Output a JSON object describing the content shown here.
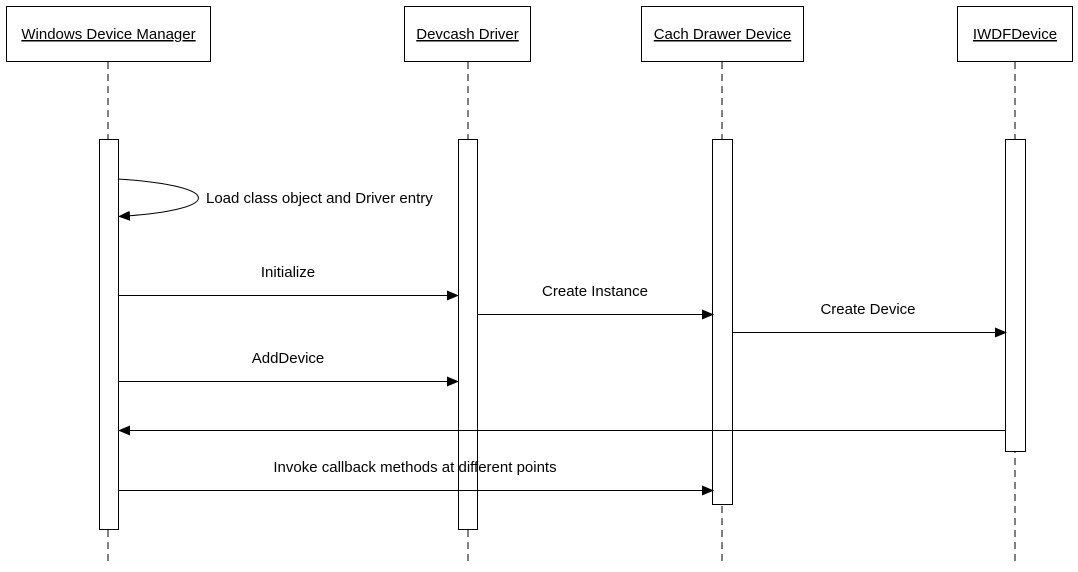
{
  "participants": [
    {
      "id": "wdm",
      "label": "Windows Device Manager"
    },
    {
      "id": "driver",
      "label": "Devcash Driver"
    },
    {
      "id": "drawer",
      "label": "Cach Drawer Device"
    },
    {
      "id": "iwdf",
      "label": "IWDFDevice"
    }
  ],
  "messages": [
    {
      "id": "self",
      "from": "wdm",
      "to": "wdm",
      "label": "Load class object and Driver entry"
    },
    {
      "id": "initialize",
      "from": "wdm",
      "to": "driver",
      "label": "Initialize"
    },
    {
      "id": "create-instance",
      "from": "driver",
      "to": "drawer",
      "label": "Create Instance"
    },
    {
      "id": "create-device",
      "from": "drawer",
      "to": "iwdf",
      "label": "Create Device"
    },
    {
      "id": "adddevice",
      "from": "wdm",
      "to": "driver",
      "label": "AddDevice"
    },
    {
      "id": "return",
      "from": "iwdf",
      "to": "wdm",
      "label": ""
    },
    {
      "id": "invoke",
      "from": "wdm",
      "to": "drawer",
      "label": "Invoke callback methods at different points"
    }
  ]
}
